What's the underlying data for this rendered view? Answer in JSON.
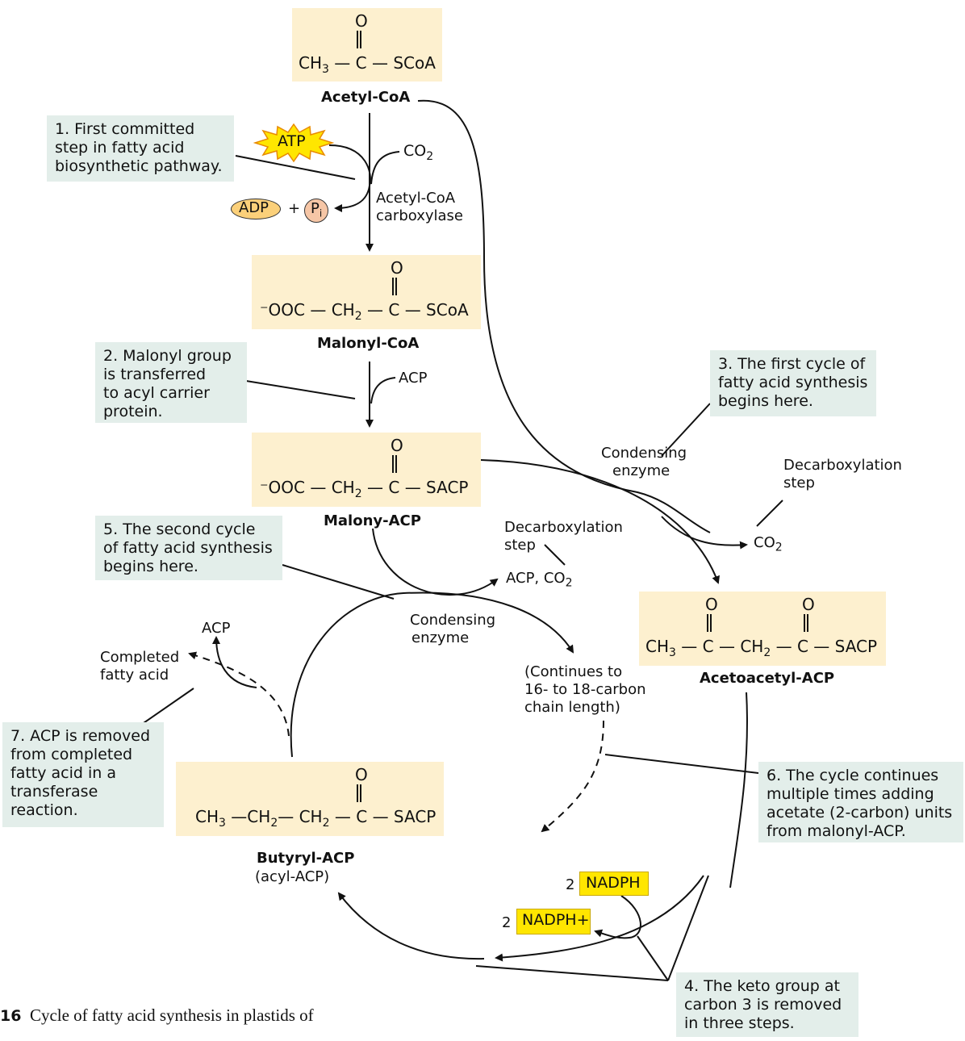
{
  "molecules": {
    "acetyl_coa": {
      "name": "Acetyl-CoA",
      "o": "O",
      "left": "CH3 — C — SCoA"
    },
    "malonyl_coa": {
      "name": "Malonyl-CoA",
      "o": "O",
      "formula": "⁻OOC — CH2 — C — SCoA"
    },
    "malony_acp": {
      "name": "Malony-ACP",
      "o": "O",
      "formula": "⁻OOC — CH2 — C — SACP"
    },
    "acetoacetyl_acp": {
      "name": "Acetoacetyl-ACP",
      "o": "O",
      "formula": "CH3 — C — CH2 — C — SACP"
    },
    "butyryl_acp": {
      "name": "Butyryl-ACP",
      "subname": "(acyl-ACP)",
      "o": "O",
      "formula": "CH3 —CH2— CH2 — C — SACP"
    }
  },
  "notes": {
    "n1": [
      "1. First committed",
      "step in fatty acid",
      "biosynthetic pathway."
    ],
    "n2": [
      "2. Malonyl group",
      "is transferred",
      "to acyl carrier",
      "protein."
    ],
    "n3": [
      "3. The first cycle of",
      "fatty acid synthesis",
      "begins here."
    ],
    "n4": [
      "4. The keto group at",
      "carbon 3 is removed",
      "in three steps."
    ],
    "n5": [
      "5. The second cycle",
      "of fatty acid synthesis",
      "begins here."
    ],
    "n6": [
      "6. The cycle continues",
      "multiple times adding",
      "acetate (2-carbon) units",
      "from malonyl-ACP."
    ],
    "n7": [
      "7. ACP is removed",
      "from completed",
      "fatty acid in a",
      "transferase",
      "reaction."
    ]
  },
  "labels": {
    "atp": "ATP",
    "adp": "ADP",
    "plus": "+",
    "pi": "P",
    "pi_sub": "i",
    "co2_top": "CO2",
    "carboxylase": [
      "Acetyl-CoA",
      "carboxylase"
    ],
    "acp_transfer": "ACP",
    "condensing1": [
      "Condensing",
      "enzyme"
    ],
    "decarb1": [
      "Decarboxylation",
      "step"
    ],
    "co2_right": "CO2",
    "decarb2": [
      "Decarboxylation",
      "step"
    ],
    "acp_co2": "ACP, CO2",
    "condensing2": [
      "Condensing",
      "enzyme"
    ],
    "continues": [
      "(Continues to",
      "16- to 18-carbon",
      "chain length)"
    ],
    "acp_left": "ACP",
    "completed": [
      "Completed",
      "fatty acid"
    ],
    "nadph_count": "2",
    "nadph": "NADPH",
    "nadp_count": "2",
    "nadp": "NADPH+"
  },
  "caption": {
    "number": "16",
    "text": "Cycle of fatty acid synthesis in plastids of"
  },
  "colors": {
    "molecule_bg": "#fdf0cf",
    "note_bg": "#e3eeea",
    "nadph_bg": "#ffe600",
    "atp_bg": "#ffe600",
    "adp_bg": "#fbd07a",
    "pi_bg": "#f6c6a6"
  }
}
